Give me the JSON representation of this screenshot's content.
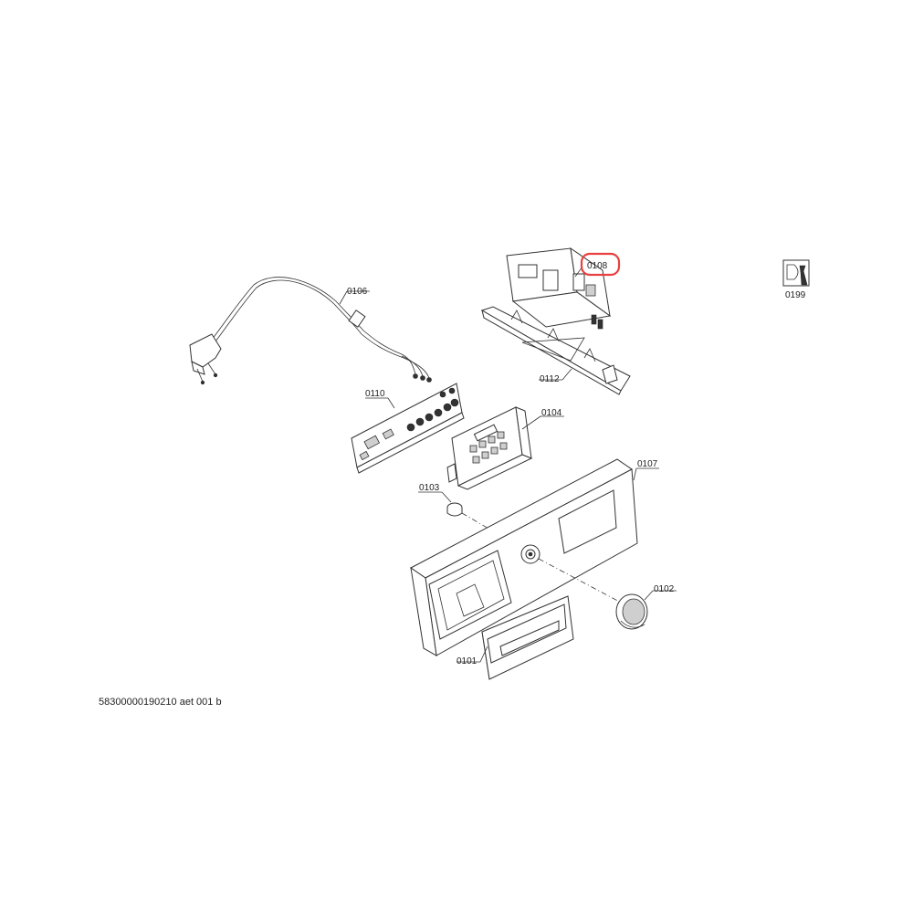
{
  "parts": {
    "p0101": "0101",
    "p0102": "0102",
    "p0103": "0103",
    "p0104": "0104",
    "p0106": "0106",
    "p0107": "0107",
    "p0108": "0108",
    "p0110": "0110",
    "p0112": "0112",
    "p0199": "0199"
  },
  "highlighted_part": "0108",
  "footer": "58300000190210 aet 001 b",
  "colors": {
    "highlight": "#e8403e",
    "line": "#333333"
  },
  "icons": {
    "service": "service-wrench-icon"
  }
}
